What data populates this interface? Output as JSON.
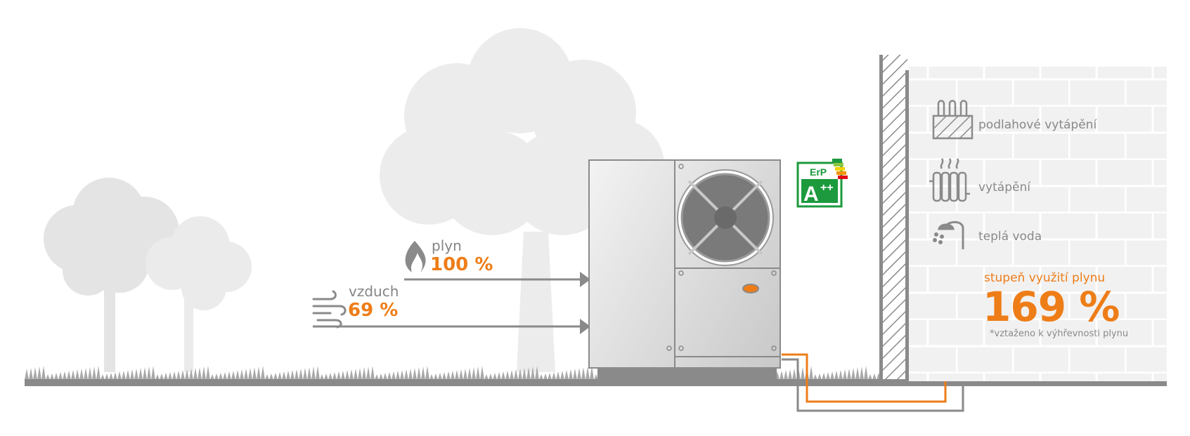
{
  "colors": {
    "accent": "#ee7d18",
    "grey": "#8a8a8a",
    "tree": "#e6e6e6",
    "energy_green": "#1c9a3d"
  },
  "inputs": [
    {
      "icon": "flame-icon",
      "label": "plyn",
      "value": "100 %"
    },
    {
      "icon": "wind-icon",
      "label": "vzduch",
      "value": "69 %"
    }
  ],
  "energy_label": {
    "class": "A",
    "plus": "++",
    "badge": "ErP"
  },
  "uses": [
    {
      "icon": "floor-heating-icon",
      "label": "podlahové vytápění"
    },
    {
      "icon": "radiator-icon",
      "label": "vytápění"
    },
    {
      "icon": "shower-icon",
      "label": "teplá voda"
    }
  ],
  "result": {
    "title": "stupeň využití plynu",
    "value": "169 %",
    "note": "*vztaženo k výhřevnosti plynu"
  }
}
